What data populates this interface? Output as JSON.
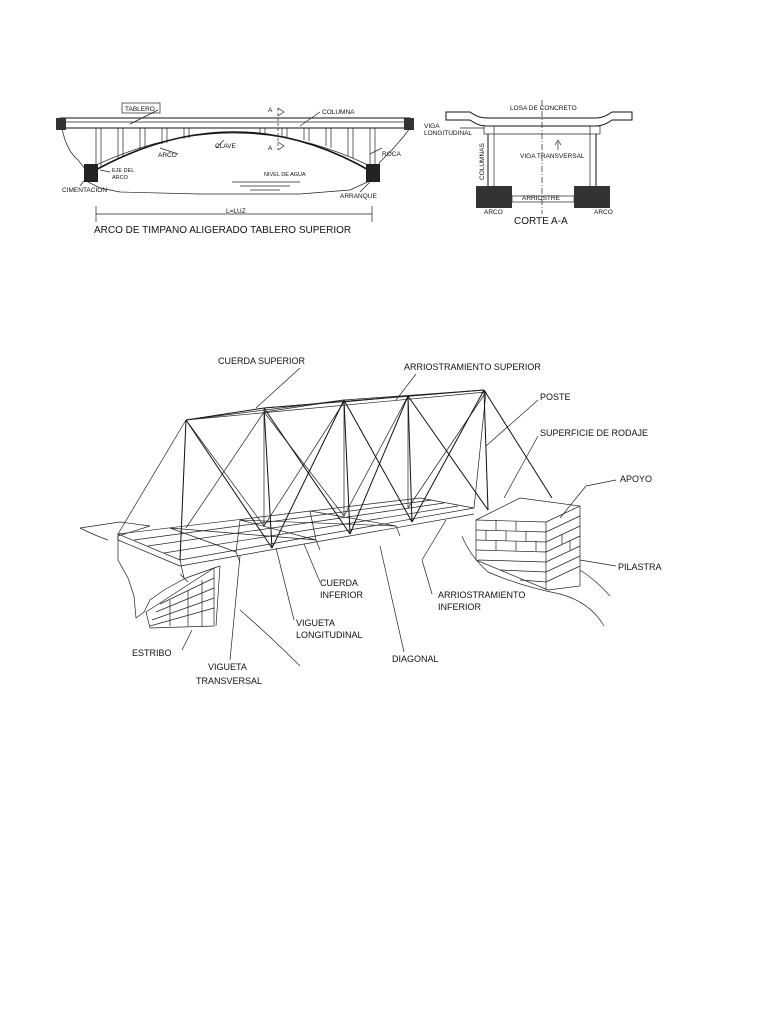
{
  "figure1": {
    "caption": "ARCO DE TIMPANO ALIGERADO TABLERO SUPERIOR",
    "labels": {
      "tablero": "TABLERO",
      "columna": "COLUMNA",
      "section_mark_top": "A",
      "section_mark_bottom": "A",
      "clave": "CLAVE",
      "arco": "ARCO",
      "roca": "ROCA",
      "eje_del": "EJE DEL",
      "eje_arco": "ARCO",
      "nivel_agua": "NIVEL DE AGUA",
      "cimentacion": "CIMENTACION",
      "arranque": "ARRANQUE",
      "luz": "L=LUZ"
    }
  },
  "figure2": {
    "caption": "CORTE A-A",
    "labels": {
      "losa": "LOSA DE CONCRETO",
      "viga_long_1": "VIGA",
      "viga_long_2": "LONGITUDINAL",
      "columnas": "COLUMNAS",
      "viga_transversal": "VIGA TRANSVERSAL",
      "arriostre": "ARRIOSTRE",
      "arco_left": "ARCO",
      "arco_right": "ARCO"
    }
  },
  "figure3": {
    "labels": {
      "cuerda_superior": "CUERDA SUPERIOR",
      "arriostramiento_superior": "ARRIOSTRAMIENTO SUPERIOR",
      "poste": "POSTE",
      "superficie_rodaje": "SUPERFICIE DE RODAJE",
      "apoyo": "APOYO",
      "pilastra": "PILASTRA",
      "cuerda_inferior_1": "CUERDA",
      "cuerda_inferior_2": "INFERIOR",
      "arriostramiento_inferior_1": "ARRIOSTRAMIENTO",
      "arriostramiento_inferior_2": "INFERIOR",
      "vigueta_long_1": "VIGUETA",
      "vigueta_long_2": "LONGITUDINAL",
      "estribo": "ESTRIBO",
      "diagonal": "DIAGONAL",
      "vigueta_trans_1": "VIGUETA",
      "vigueta_trans_2": "TRANSVERSAL"
    }
  }
}
